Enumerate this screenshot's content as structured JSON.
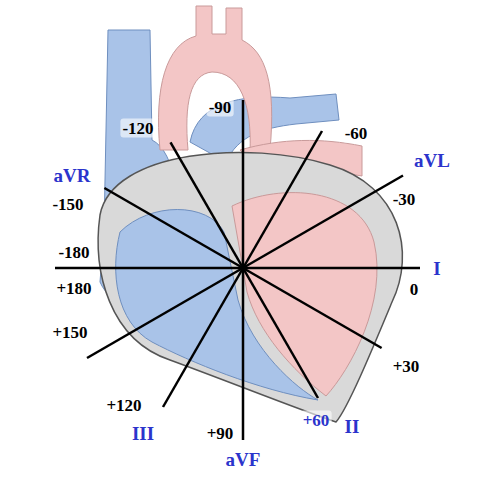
{
  "diagram": {
    "labels": [
      "-90",
      "-120",
      "-60",
      "aVL",
      "aVR",
      "-150",
      "-30",
      "-180",
      "+180",
      "I",
      "0",
      "+150",
      "+30",
      "+120",
      "+60",
      "II",
      "III",
      "+90",
      "aVF"
    ]
  }
}
